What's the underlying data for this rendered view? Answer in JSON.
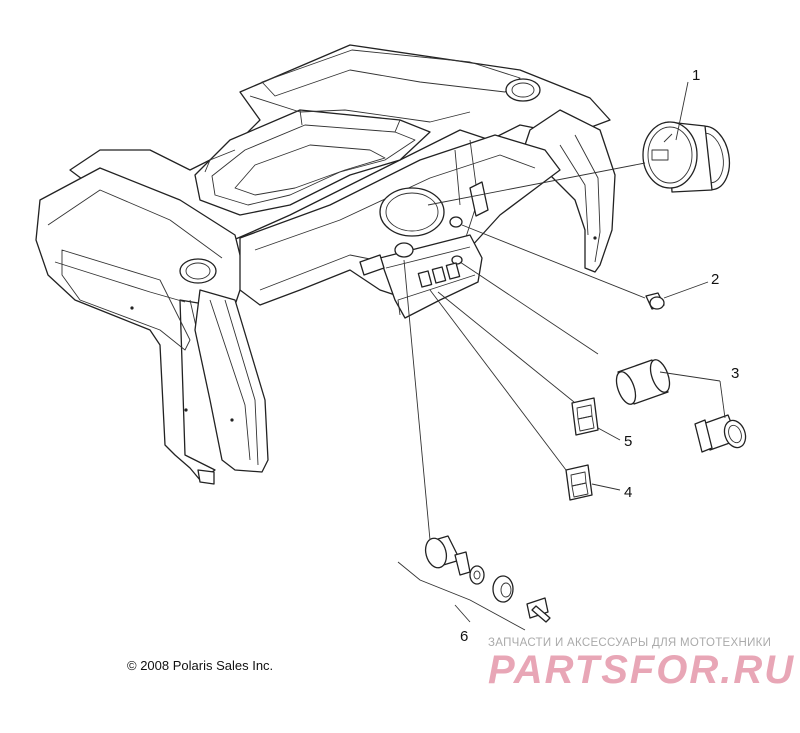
{
  "callouts": {
    "c1": "1",
    "c2": "2",
    "c3": "3",
    "c4": "4",
    "c5": "5",
    "c6": "6"
  },
  "copyright": "© 2008 Polaris Sales Inc.",
  "watermark": {
    "tagline": "ЗАПЧАСТИ И АКСЕССУАРЫ ДЛЯ МОТОТЕХНИКИ",
    "brand": "PARTSFOR.RU",
    "color": "#e8a6b6"
  }
}
